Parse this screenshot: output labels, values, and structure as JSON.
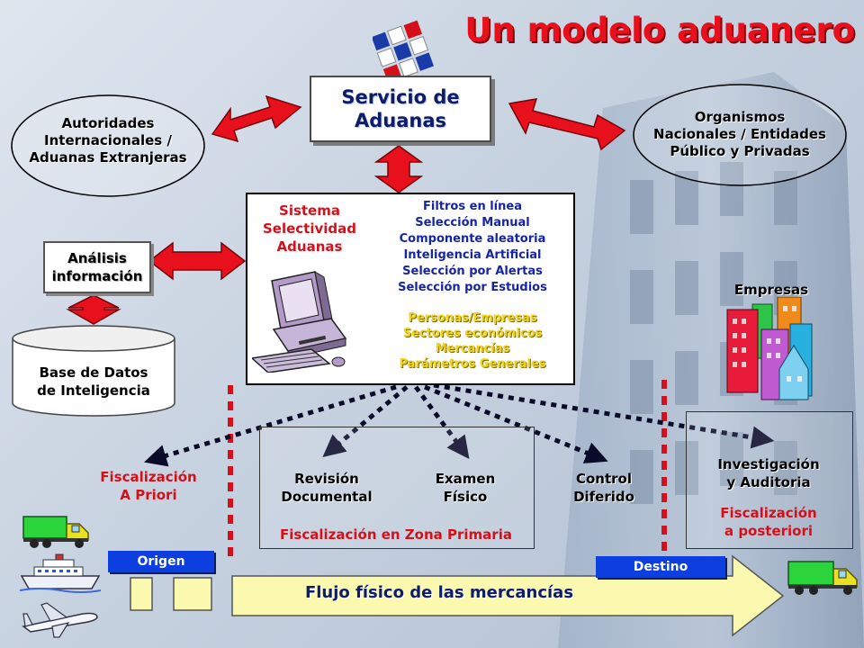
{
  "title": "Un modelo aduanero",
  "servicio": {
    "line1": "Servicio de",
    "line2": "Aduanas"
  },
  "autoridades": {
    "line1": "Autoridades",
    "line2": "Internacionales /",
    "line3": "Aduanas Extranjeras"
  },
  "organismos": {
    "line1": "Organismos",
    "line2": "Nacionales / Entidades",
    "line3": "Público y Privadas"
  },
  "analisis": {
    "line1": "Análisis",
    "line2": "información"
  },
  "base_datos": {
    "line1": "Base de Datos",
    "line2": "de Inteligencia"
  },
  "sistema": {
    "title": [
      "Sistema",
      "Selectividad",
      "Aduanas"
    ],
    "filtros": [
      "Filtros en línea",
      "Selección Manual",
      "Componente aleatoria",
      "Inteligencia Artificial",
      "Selección por Alertas",
      "Selección por Estudios"
    ],
    "parametros": [
      "Personas/Empresas",
      "Sectores económicos",
      "Mercancías",
      "Parámetros Generales"
    ]
  },
  "empresas": "Empresas",
  "fiscalizacion_priori": {
    "line1": "Fiscalización",
    "line2": "A Priori"
  },
  "revision": {
    "line1": "Revisión",
    "line2": "Documental"
  },
  "examen": {
    "line1": "Examen",
    "line2": "Físico"
  },
  "control": {
    "line1": "Control",
    "line2": "Diferido"
  },
  "zona_primaria": "Fiscalización en Zona Primaria",
  "investigacion": {
    "line1": "Investigación",
    "line2": "y Auditoria"
  },
  "fiscalizacion_posteriori": {
    "line1": "Fiscalización",
    "line2": "a posteriori"
  },
  "origen": "Origen",
  "destino": "Destino",
  "flujo": "Flujo físico de las mercancías",
  "colors": {
    "title_red": "#e8101c",
    "arrow_red": "#e8101c",
    "navy": "#0d1d66",
    "list_blue": "#1624a8",
    "param_yellow": "#f2d21a",
    "tag_blue": "#0d3fe0",
    "flow_arrow": "#fbf8b0",
    "truck_green": "#2bd43a"
  },
  "icons": [
    "aduana-logo-icon",
    "computer-icon",
    "buildings-icon",
    "truck-icon",
    "ship-icon",
    "airplane-icon"
  ]
}
